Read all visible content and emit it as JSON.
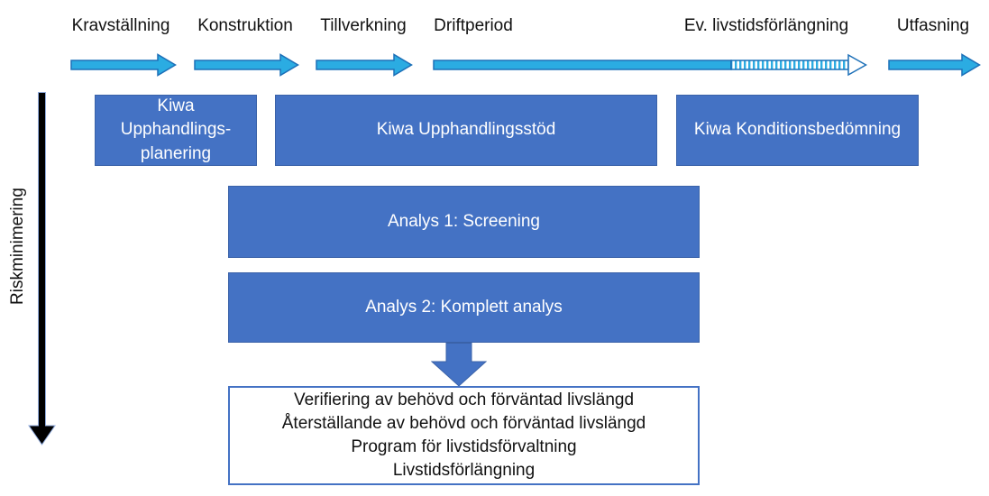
{
  "diagram": {
    "phases": [
      {
        "label": "Kravställning"
      },
      {
        "label": "Konstruktion"
      },
      {
        "label": "Tillverkning"
      },
      {
        "label": "Driftperiod"
      },
      {
        "label": "Ev. livstidsförlängning"
      },
      {
        "label": "Utfasning"
      }
    ],
    "risk_label": "Riskminimering",
    "service_boxes": [
      {
        "label": "Kiwa\nUpphandlings-\nplanering"
      },
      {
        "label": "Kiwa Upphandlingsstöd"
      },
      {
        "label": "Kiwa Konditionsbedömning"
      }
    ],
    "analysis_boxes": [
      {
        "label": "Analys 1: Screening"
      },
      {
        "label": "Analys 2: Komplett analys"
      }
    ],
    "outcome_box": {
      "lines": [
        "Verifiering av behövd och förväntad livslängd",
        "Återställande av behövd och förväntad livslängd",
        "Program för livstidsförvaltning",
        "Livstidsförlängning"
      ]
    },
    "colors": {
      "timeline_fill": "#2BACE2",
      "timeline_border": "#1D70B8",
      "box_fill": "#4472C4",
      "box_border": "#3A62A8",
      "outcome_border": "#4472C4",
      "risk_arrow_fill": "#000000",
      "risk_arrow_outline": "#8FAADC"
    }
  }
}
